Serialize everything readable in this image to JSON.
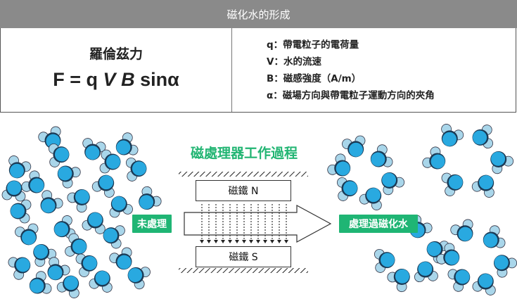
{
  "header": {
    "title": "磁化水的形成"
  },
  "law": {
    "name": "羅倫茲力",
    "formula": {
      "lhs": "F = q ",
      "v": "V",
      "sp": " ",
      "b": "B",
      "rest": " sinα"
    }
  },
  "definitions": [
    "q：帶電粒子的電荷量",
    "V：水的流速",
    "B：磁感強度（A/m）",
    "α：磁場方向與帶電粒子運動方向的夾角"
  ],
  "diagram": {
    "title": "磁處理器工作過程",
    "untreated_label": "未處理",
    "treated_label": "處理過磁化水",
    "magnet_n": "磁鐵 N",
    "magnet_s": "磁鐵 S"
  },
  "colors": {
    "accent_green": "#1fb574",
    "header_gray": "#8a8a8a",
    "molecule_blue": "#29a9e0",
    "molecule_h": "#a9d6ea"
  }
}
